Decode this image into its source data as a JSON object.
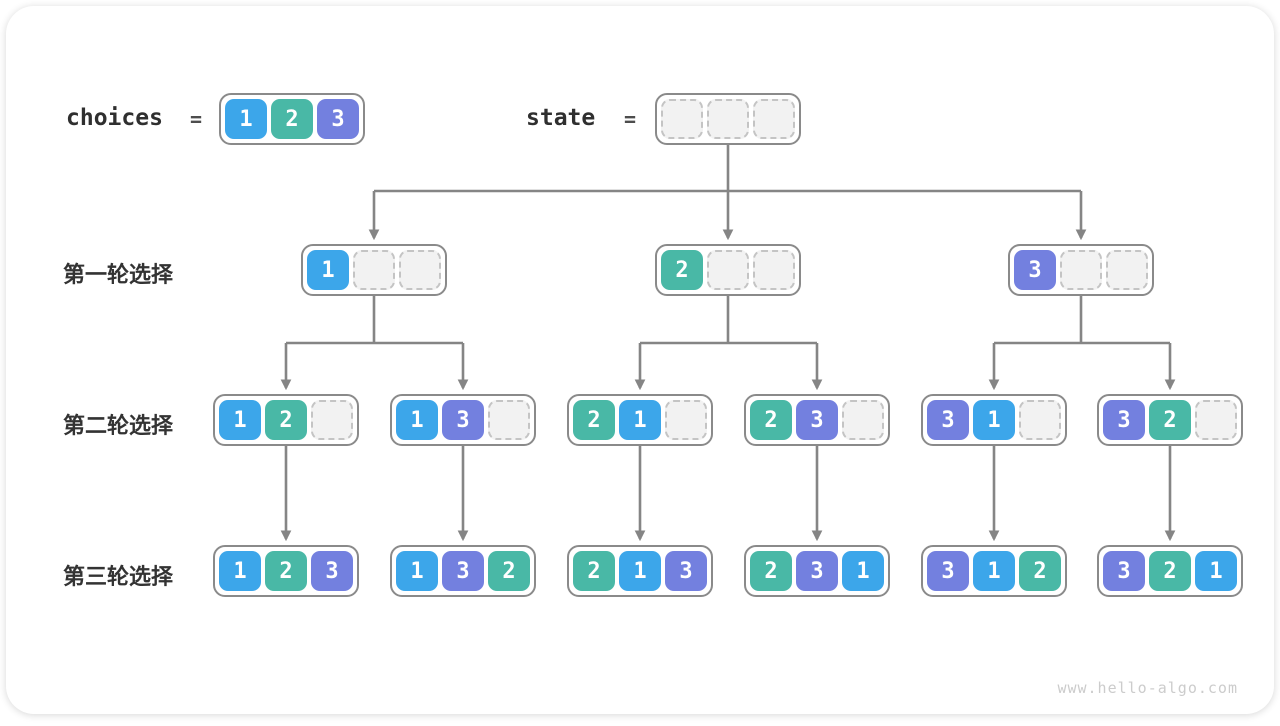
{
  "figure": {
    "watermark": "www.hello-algo.com",
    "choices_label": "choices",
    "state_label": "state",
    "equals_sign": "=",
    "choices_values": [
      "1",
      "2",
      "3"
    ],
    "state_values": [
      "",
      "",
      ""
    ],
    "row_labels": [
      "第一轮选择",
      "第二轮选择",
      "第三轮选择"
    ],
    "colors": {
      "1": "#3CA6EA",
      "2": "#49B8A6",
      "3": "#7380DF",
      "empty_fill": "#F2F2F2",
      "empty_border": "#C4C4C4",
      "container_border": "#8A8A8A",
      "connector": "#858585"
    },
    "tree": {
      "round1": [
        [
          "1",
          "",
          ""
        ],
        [
          "2",
          "",
          ""
        ],
        [
          "3",
          "",
          ""
        ]
      ],
      "round2": [
        [
          "1",
          "2",
          ""
        ],
        [
          "1",
          "3",
          ""
        ],
        [
          "2",
          "1",
          ""
        ],
        [
          "2",
          "3",
          ""
        ],
        [
          "3",
          "1",
          ""
        ],
        [
          "3",
          "2",
          ""
        ]
      ],
      "round3": [
        [
          "1",
          "2",
          "3"
        ],
        [
          "1",
          "3",
          "2"
        ],
        [
          "2",
          "1",
          "3"
        ],
        [
          "2",
          "3",
          "1"
        ],
        [
          "3",
          "1",
          "2"
        ],
        [
          "3",
          "2",
          "1"
        ]
      ]
    }
  }
}
